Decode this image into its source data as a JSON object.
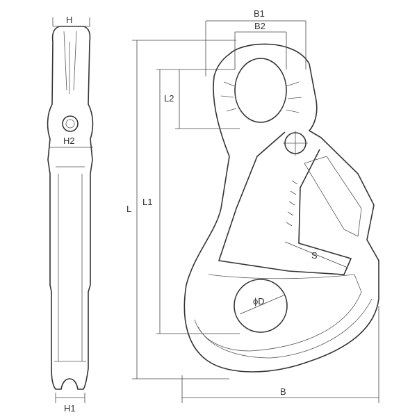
{
  "title": "Hook dimension drawing",
  "labels": {
    "H": "H",
    "H2": "H2",
    "H1": "H1",
    "B1": "B1",
    "B2": "B2",
    "L2": "L2",
    "L1": "L1",
    "L": "L",
    "S": "S",
    "D": "ϕD",
    "B": "B"
  }
}
